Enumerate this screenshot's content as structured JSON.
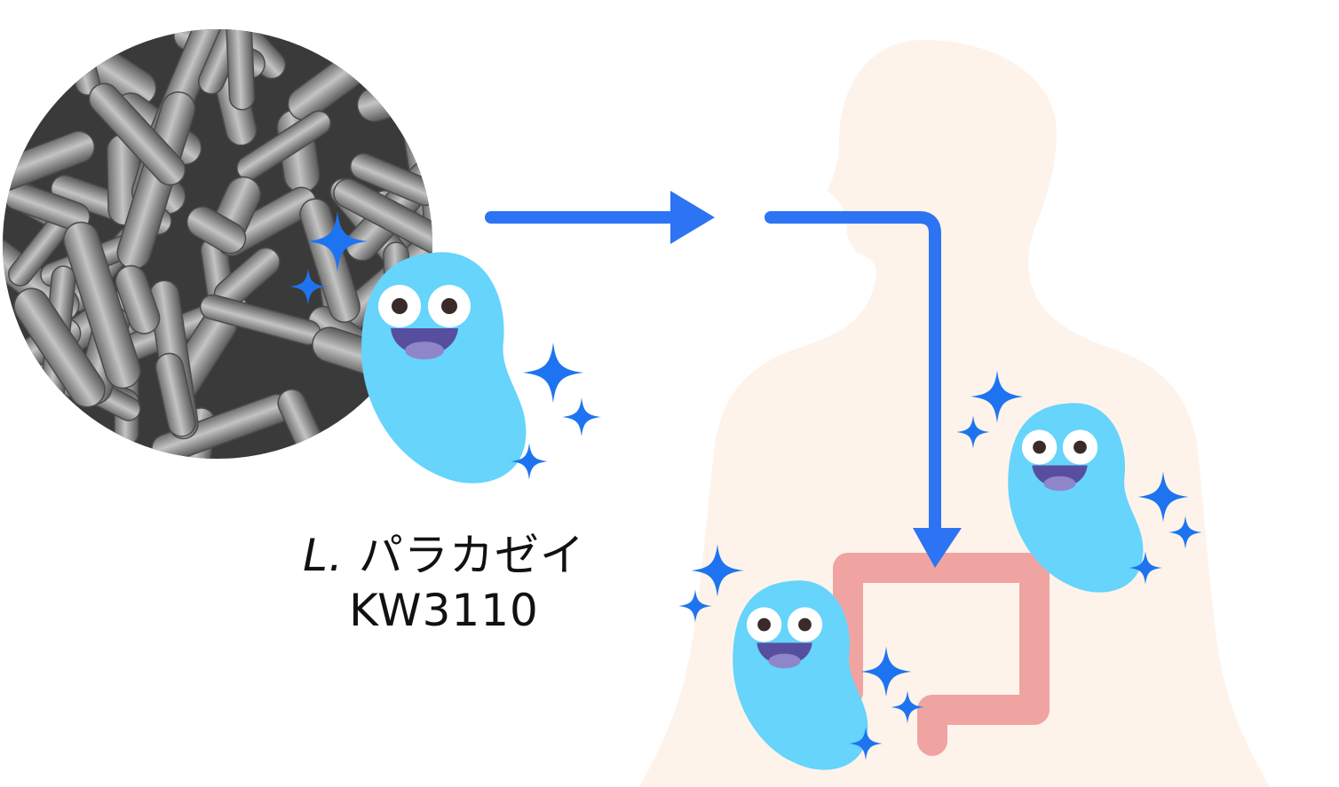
{
  "label": {
    "species_prefix": "L.",
    "species_name": "パラカゼイ",
    "strain": "KW3110"
  },
  "colors": {
    "arrow": "#2c74f4",
    "bacterium_body": "#66d4fb",
    "bacterium_mouth": "#574e9f",
    "sparkle": "#1e74f0",
    "body_silhouette": "#fdf3ea",
    "intestine": "#f0a4a2",
    "micrograph_background": "#3a3a3a",
    "micrograph_rods": "#9a9a9a"
  },
  "icons": [
    "bacterium-mascot-icon",
    "sparkle-icon",
    "arrow-right-icon",
    "arrow-down-icon",
    "intestine-icon",
    "human-body-silhouette"
  ]
}
